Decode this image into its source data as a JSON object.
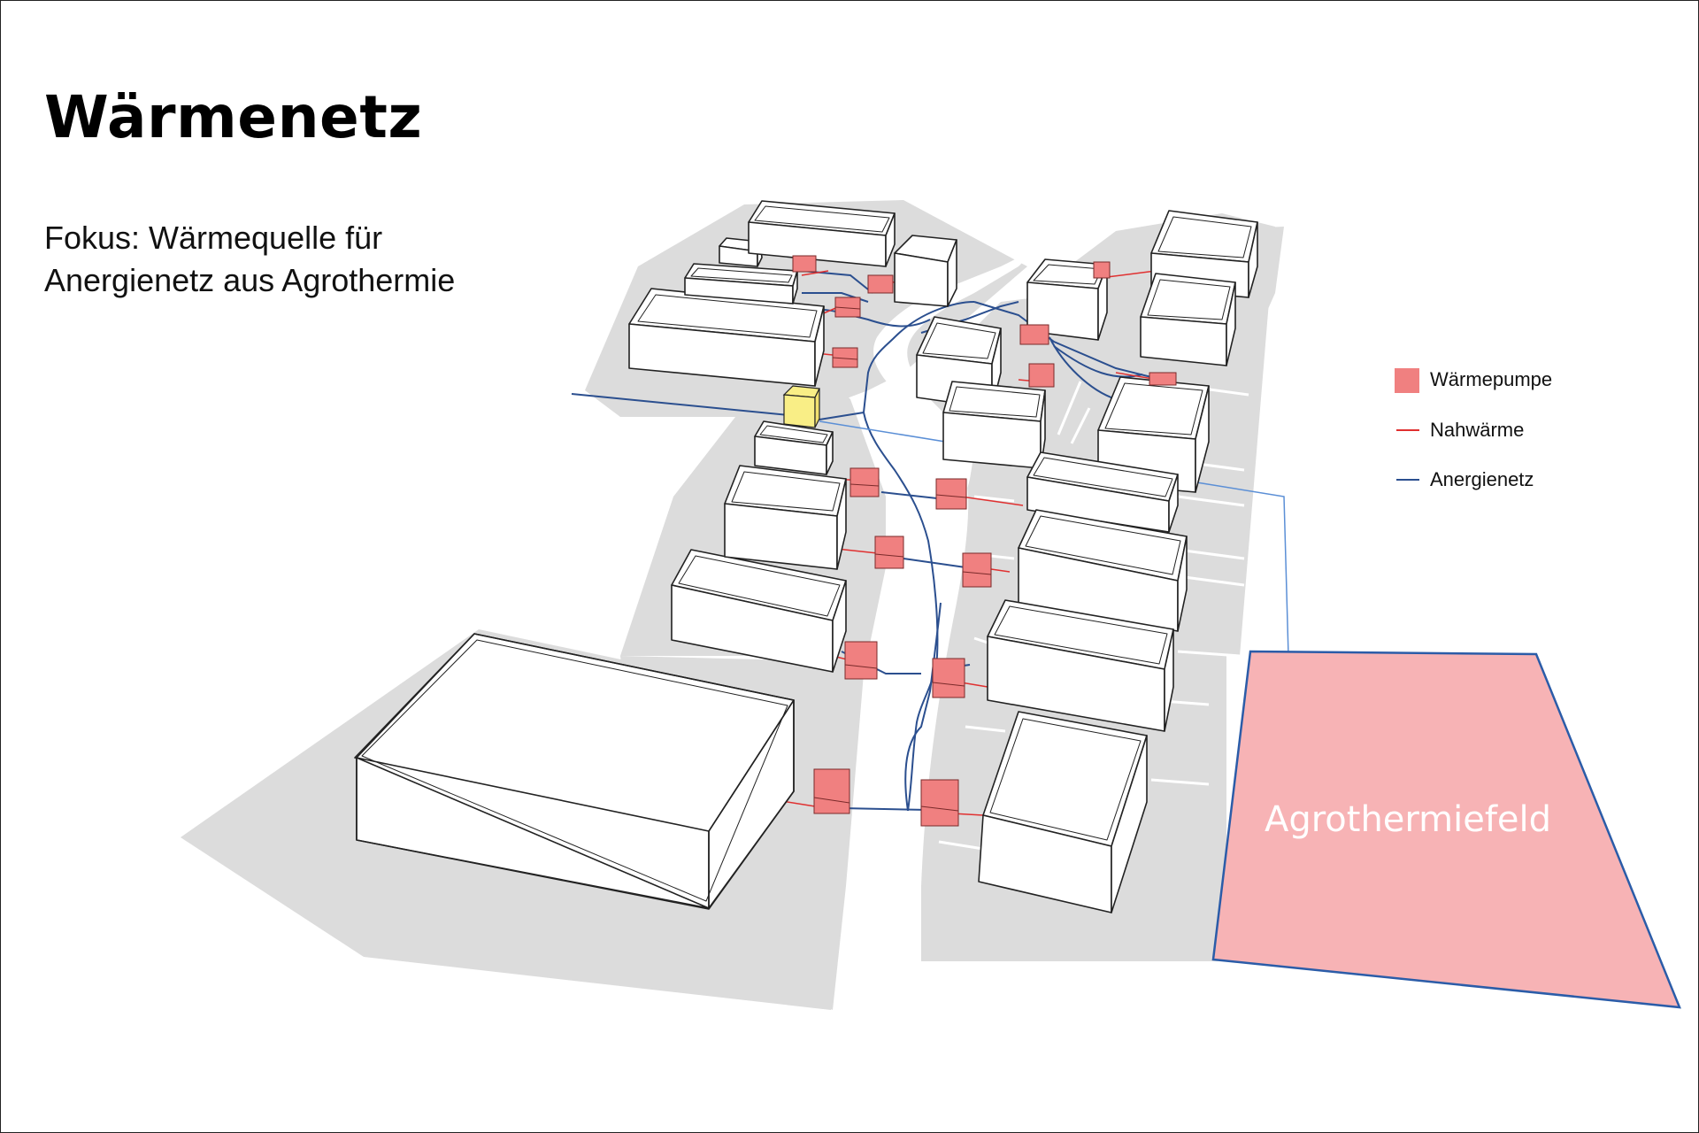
{
  "title": "Wärmenetz",
  "subtitle": {
    "line1": "Fokus: Wärmequelle für",
    "line2": "Anergienetz aus Agrothermie"
  },
  "legend": [
    {
      "key": "waermepumpe",
      "label": "Wärmepumpe",
      "symbol": "square",
      "color": "#f08080"
    },
    {
      "key": "nahwaerme",
      "label": "Nahwärme",
      "symbol": "line",
      "color": "#e03030"
    },
    {
      "key": "anergienetz",
      "label": "Anergienetz",
      "symbol": "line",
      "color": "#2b4f8f"
    }
  ],
  "field": {
    "label": "Agrothermiefeld",
    "fill": "#f7b3b5",
    "stroke": "#2b5ca8"
  },
  "colors": {
    "ground": "#dcdcdc",
    "building": "#ffffff",
    "building_outline": "#222222",
    "heat_pump": "#f08080",
    "nahwaerme": "#e03030",
    "anergienetz": "#2b4f8f",
    "central_station": "#f9ee86",
    "connection": "#5b8fd6"
  }
}
